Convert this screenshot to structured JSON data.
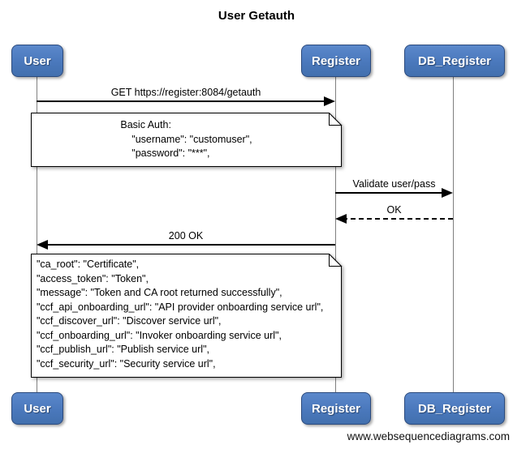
{
  "title": "User Getauth",
  "watermark": "www.websequencediagrams.com",
  "actors": [
    {
      "name": "User"
    },
    {
      "name": "Register"
    },
    {
      "name": "DB_Register"
    }
  ],
  "messages": [
    {
      "label": "GET https://register:8084/getauth",
      "from": "User",
      "to": "Register",
      "style": "solid"
    },
    {
      "label": "Validate user/pass",
      "from": "Register",
      "to": "DB_Register",
      "style": "solid"
    },
    {
      "label": "OK",
      "from": "DB_Register",
      "to": "Register",
      "style": "dashed"
    },
    {
      "label": "200 OK",
      "from": "Register",
      "to": "User",
      "style": "solid"
    }
  ],
  "notes": [
    {
      "align": "center",
      "lines": [
        "Basic Auth:",
        "    \"username\": \"customuser\",",
        "    \"password\": \"***\","
      ]
    },
    {
      "align": "left",
      "lines": [
        "\"ca_root\": \"Certificate\",",
        "\"access_token\": \"Token\",",
        "\"message\": \"Token and CA root returned successfully\",",
        "\"ccf_api_onboarding_url\": \"API provider onboarding service url\",",
        "\"ccf_discover_url\": \"Discover service url\",",
        "\"ccf_onboarding_url\": \"Invoker onboarding service url\",",
        "\"ccf_publish_url\": \"Publish service url\",",
        "\"ccf_security_url\": \"Security service url\","
      ]
    }
  ],
  "colors": {
    "actor_fill": "#4a78bc",
    "actor_border": "#2b4a7d",
    "actor_text": "#ffffff",
    "lifeline": "#808080",
    "arrow": "#000000",
    "note_bg": "#ffffff",
    "note_border": "#000000"
  }
}
